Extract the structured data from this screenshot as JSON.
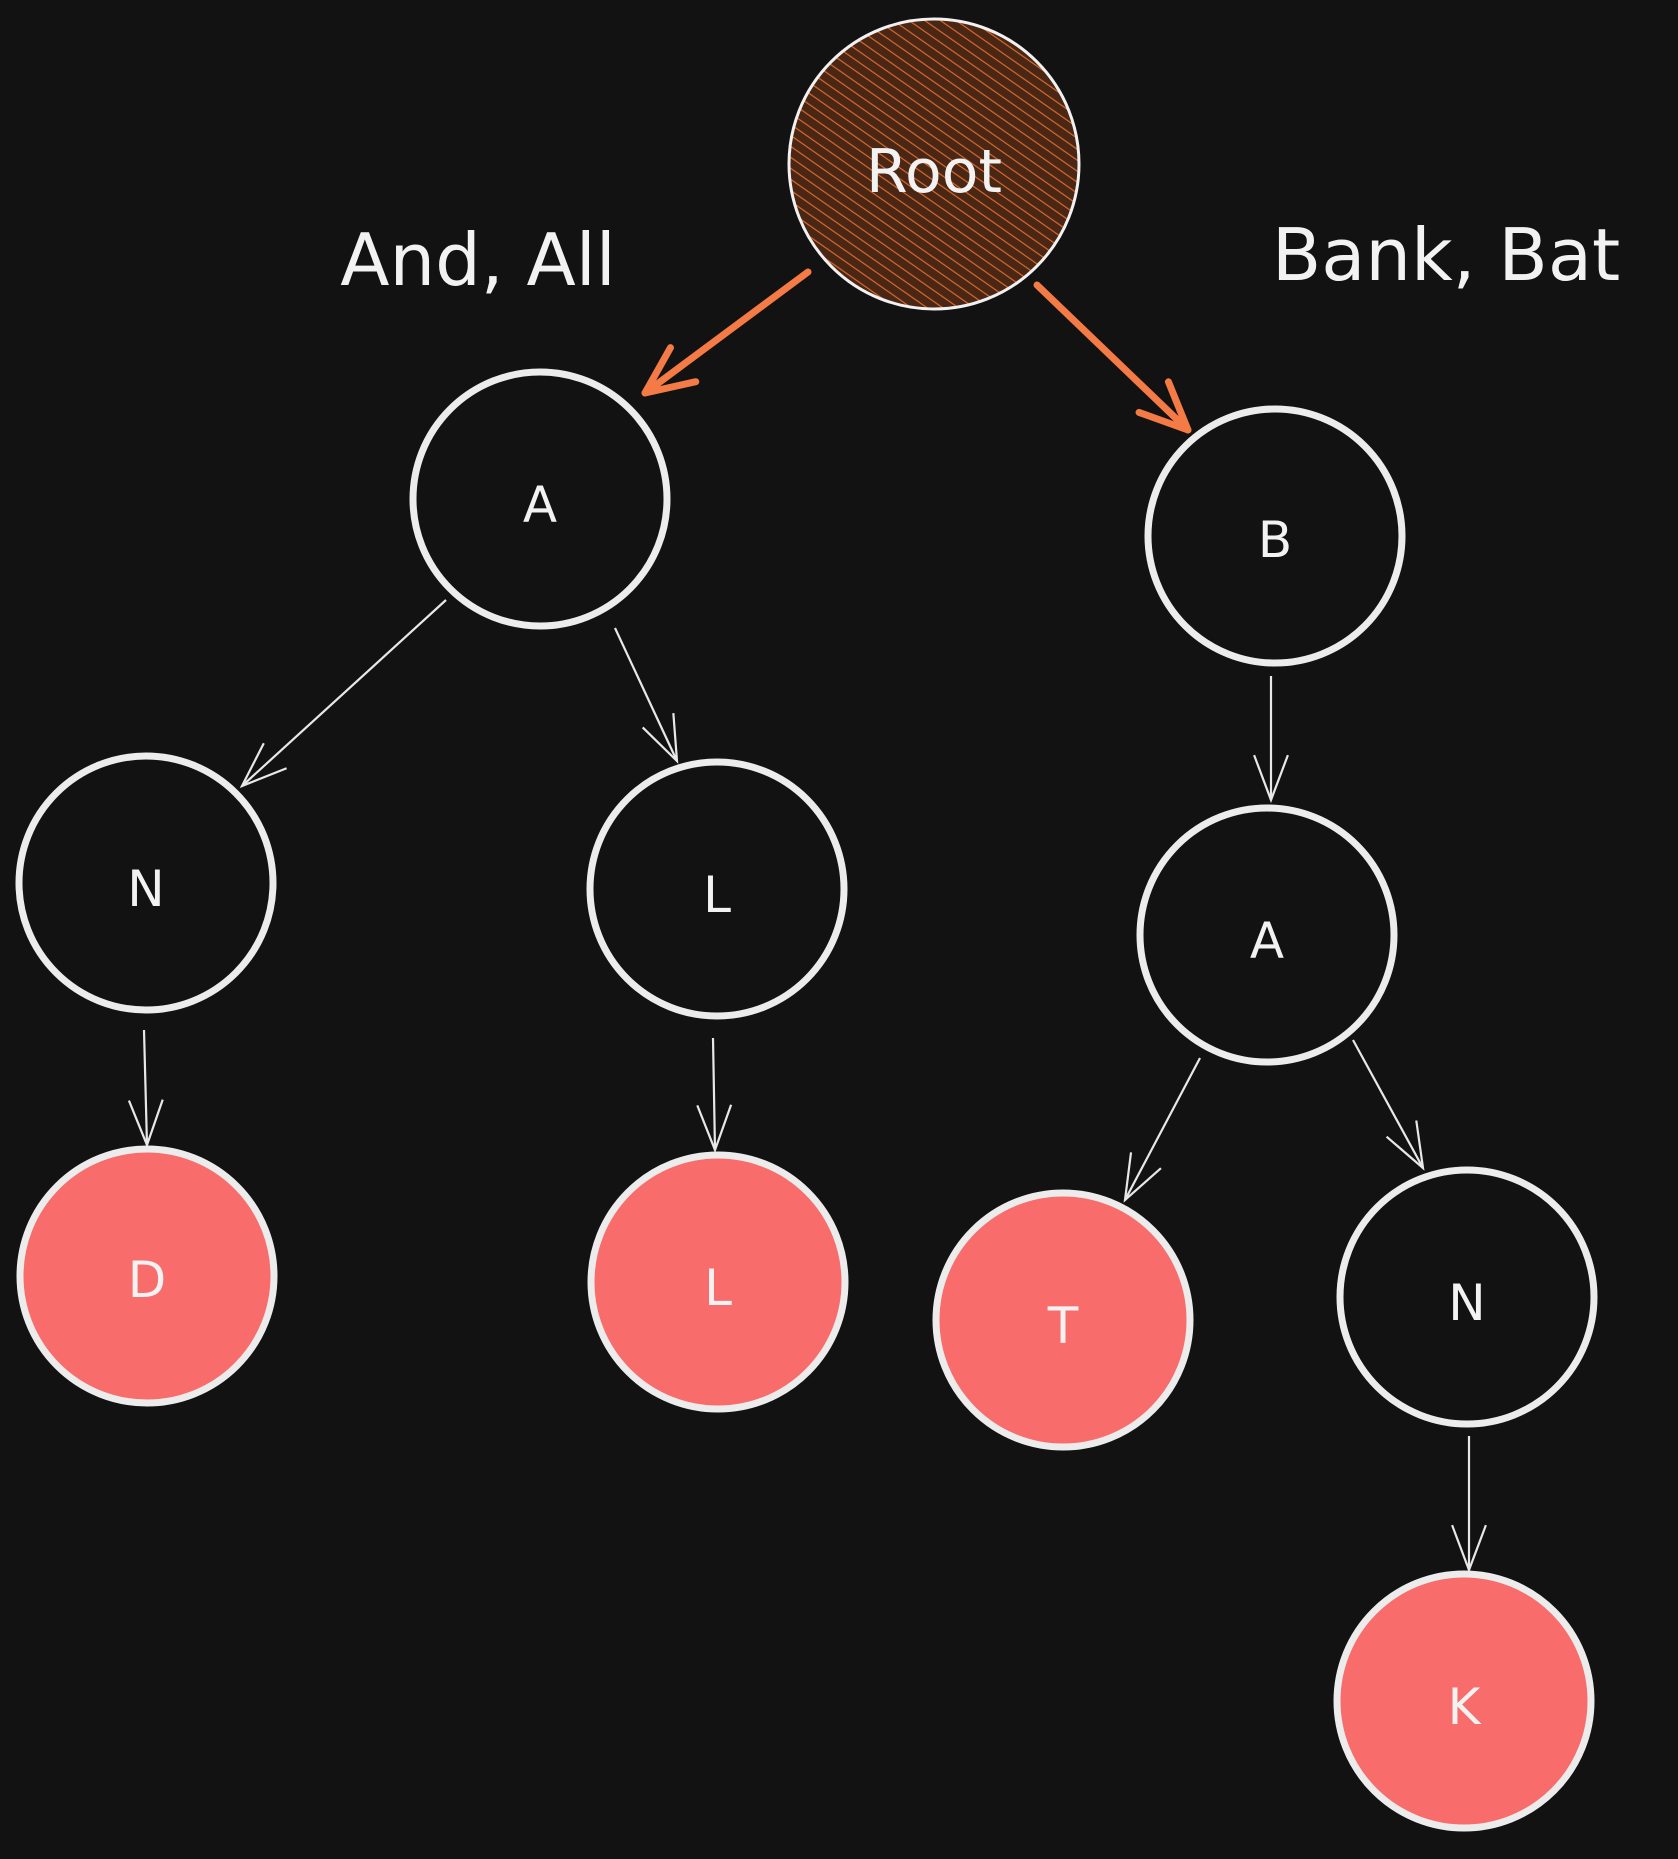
{
  "colors": {
    "background": "#121212",
    "root_fill": "#4a2614",
    "root_hatch": "#d7692e",
    "root_edge": "#f47a46",
    "terminal_fill": "#f86c6c",
    "node_fill": "#121212",
    "stroke": "#ececec"
  },
  "word_groups": {
    "left": "And, All",
    "right": "Bank, Bat"
  },
  "nodes": {
    "root": "Root",
    "a_left": "A",
    "n_left": "N",
    "l_mid": "L",
    "d_leaf": "D",
    "l_leaf": "L",
    "b": "B",
    "a_right": "A",
    "t_leaf": "T",
    "n_right": "N",
    "k_leaf": "K"
  },
  "terminal_nodes": [
    "d_leaf",
    "l_leaf",
    "t_leaf",
    "k_leaf"
  ],
  "edges": [
    {
      "from": "root",
      "to": "a_left",
      "highlight": true
    },
    {
      "from": "root",
      "to": "b",
      "highlight": true
    },
    {
      "from": "a_left",
      "to": "n_left"
    },
    {
      "from": "a_left",
      "to": "l_mid"
    },
    {
      "from": "n_left",
      "to": "d_leaf"
    },
    {
      "from": "l_mid",
      "to": "l_leaf"
    },
    {
      "from": "b",
      "to": "a_right"
    },
    {
      "from": "a_right",
      "to": "t_leaf"
    },
    {
      "from": "a_right",
      "to": "n_right"
    },
    {
      "from": "n_right",
      "to": "k_leaf"
    }
  ]
}
